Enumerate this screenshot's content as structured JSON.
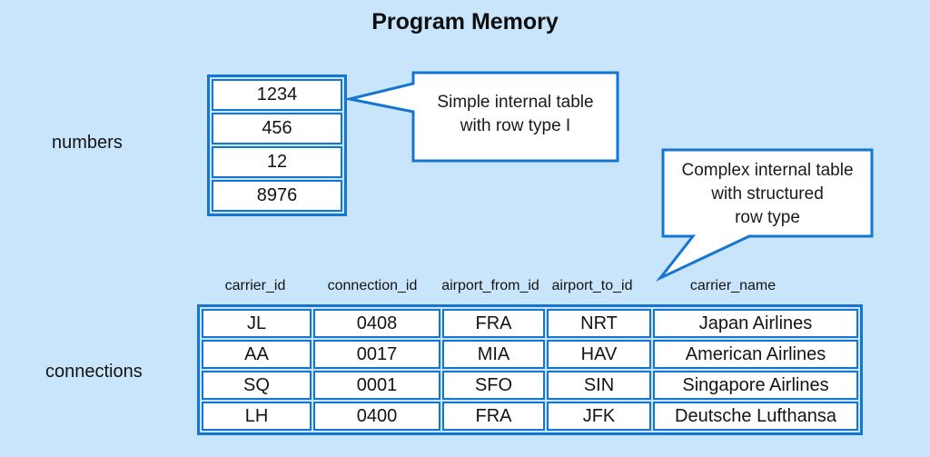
{
  "title": "Program Memory",
  "colors": {
    "background": "#c9e5fb",
    "border_blue": "#1476d2",
    "cell_fill": "#ffffff",
    "text": "#141414"
  },
  "numbers_table": {
    "label": "numbers",
    "values": [
      "1234",
      "456",
      "12",
      "8976"
    ]
  },
  "callouts": {
    "simple": {
      "line1": "Simple internal table",
      "line2": "with row type I"
    },
    "complex": {
      "line1": "Complex internal table",
      "line2": "with structured",
      "line3": "row type"
    }
  },
  "connections_table": {
    "label": "connections",
    "columns": [
      "carrier_id",
      "connection_id",
      "airport_from_id",
      "airport_to_id",
      "carrier_name"
    ],
    "rows": [
      [
        "JL",
        "0408",
        "FRA",
        "NRT",
        "Japan Airlines"
      ],
      [
        "AA",
        "0017",
        "MIA",
        "HAV",
        "American Airlines"
      ],
      [
        "SQ",
        "0001",
        "SFO",
        "SIN",
        "Singapore Airlines"
      ],
      [
        "LH",
        "0400",
        "FRA",
        "JFK",
        "Deutsche Lufthansa"
      ]
    ]
  }
}
